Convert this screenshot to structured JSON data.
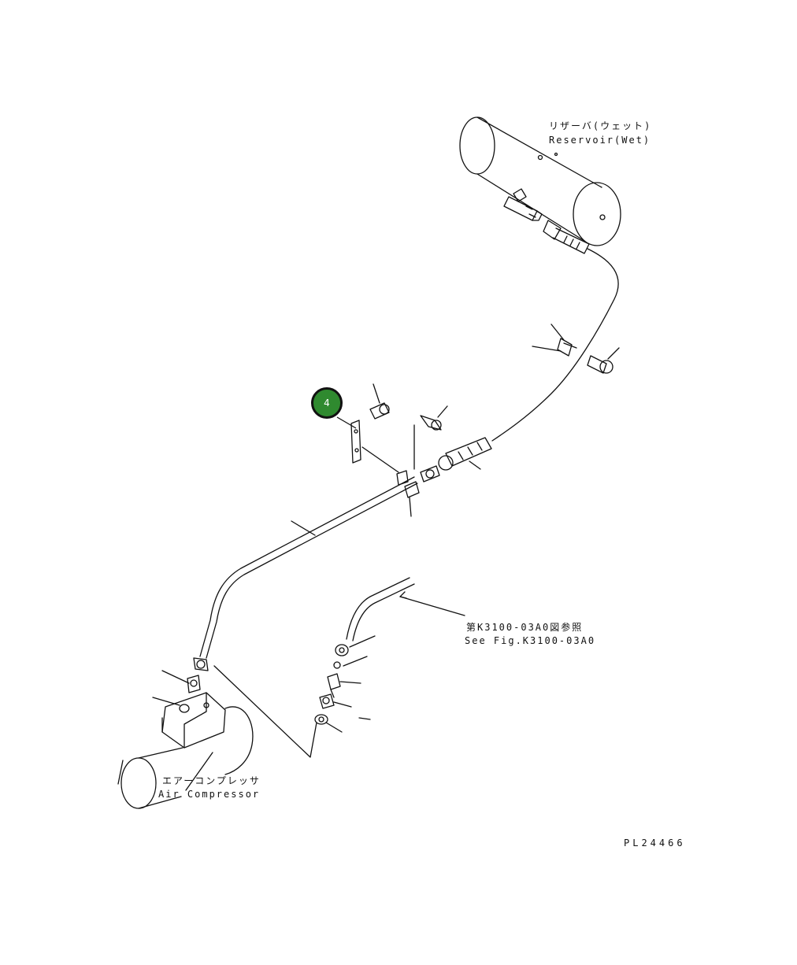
{
  "labels": {
    "reservoir_jp": "リザーバ(ウェット)",
    "reservoir_en": "Reservoir(Wet)",
    "see_fig_jp": "第K3100-03A0図参照",
    "see_fig_en": "See Fig.K3100-03A0",
    "compressor_jp": "エアーコンプレッサ",
    "compressor_en": "Air Compressor",
    "drawing_no": "PL24466"
  },
  "callouts": [
    {
      "number": "4",
      "color": "#2f8a2f"
    }
  ]
}
